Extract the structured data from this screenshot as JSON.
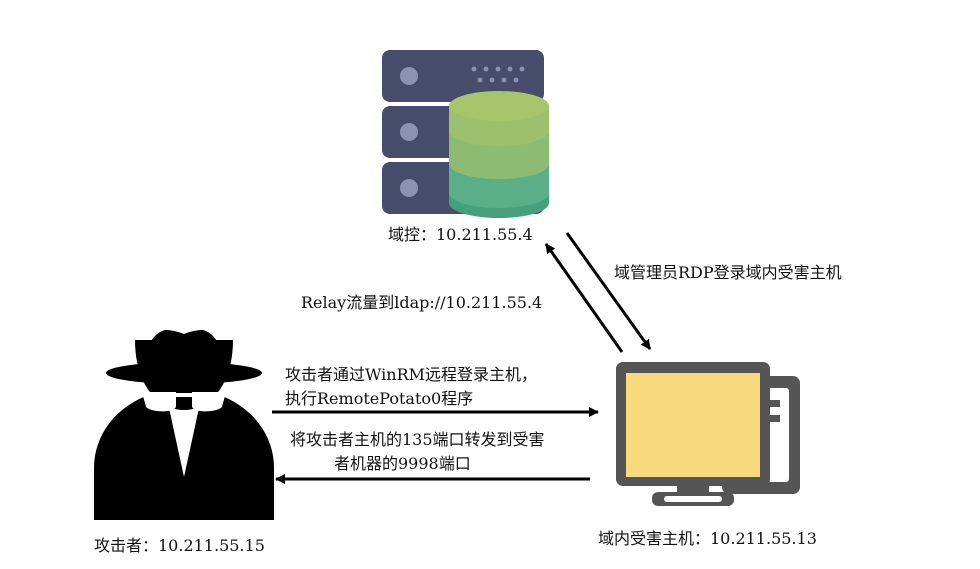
{
  "nodes": {
    "domain_controller": {
      "label": "域控：10.211.55.4",
      "icon": "server-database-icon"
    },
    "attacker": {
      "label": "攻击者：10.211.55.15",
      "icon": "hacker-spy-icon"
    },
    "victim": {
      "label": "域内受害主机：10.211.55.13",
      "icon": "desktop-computer-icon"
    }
  },
  "edges": {
    "dc_to_victim": {
      "label": "域管理员RDP登录域内受害主机"
    },
    "victim_to_dc": {
      "label": "Relay流量到ldap://10.211.55.4"
    },
    "attacker_to_victim": {
      "line1": "攻击者通过WinRM远程登录主机，",
      "line2": "执行RemotePotato0程序"
    },
    "victim_to_attacker": {
      "line1": "将攻击者主机的135端口转发到受害",
      "line2": "者机器的9998端口"
    }
  },
  "colors": {
    "server_body": "#474d6b",
    "server_dots": "#8d93b0",
    "db_top": "#a6c46a",
    "db_band_1": "#8dbb72",
    "db_band_2": "#5aae88",
    "db_band_3": "#46a07c",
    "monitor_screen": "#f8da7e",
    "monitor_frame": "#555555",
    "attacker": "#000000",
    "arrow": "#000000"
  }
}
